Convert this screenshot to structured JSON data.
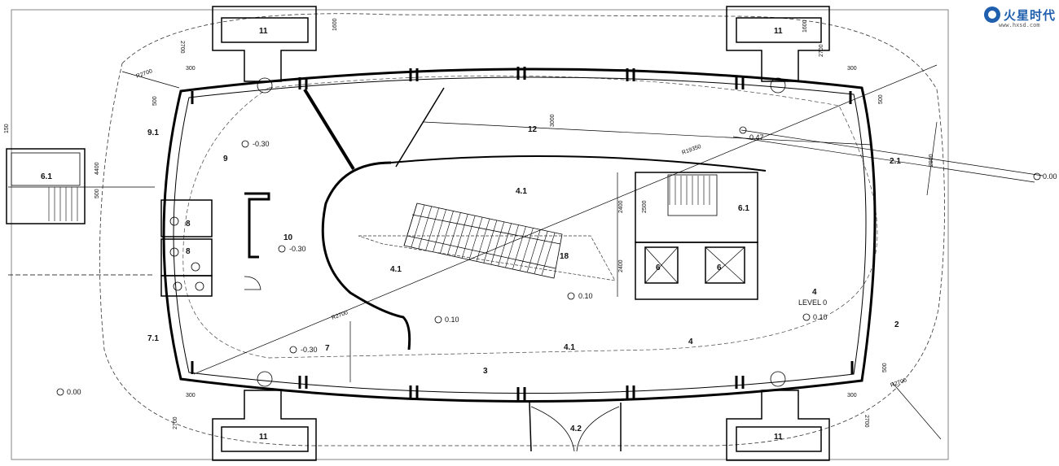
{
  "logo": {
    "name": "火星时代",
    "site": "www.hxsd.com"
  },
  "rooms": {
    "r11a": "11",
    "r11b": "11",
    "r11c": "11",
    "r11d": "11",
    "r9": "9",
    "r91": "9.1",
    "r61a": "6.1",
    "r61b": "6.1",
    "r8a": "8",
    "r8b": "8",
    "r10": "10",
    "r41a": "4.1",
    "r41b": "4.1",
    "r41c": "4.1",
    "r12": "12",
    "r21": "2.1",
    "r18": "18",
    "r6a": "6",
    "r6b": "6",
    "r4a": "4",
    "r4b": "4",
    "level": "LEVEL 0",
    "r2": "2",
    "r71": "7.1",
    "r7": "7",
    "r3": "3",
    "r42": "4.2"
  },
  "levels": {
    "l1": "-0.30",
    "l2": "-0.30",
    "l3": "-0.30",
    "l4": "0.47",
    "l5": "0.00",
    "l6": "0.10",
    "l7": "0.10",
    "l8": "0.10",
    "l9": "0.00"
  },
  "dimensions": {
    "d1600a": "1600",
    "d1600b": "1600",
    "d2700a": "2700",
    "d2700b": "2700",
    "d2700c": "2700",
    "d2700d": "2700",
    "r2700a": "R2700",
    "r2700b": "R2700",
    "r2700c": "R2700",
    "d300a": "300",
    "d300b": "300",
    "d300c": "300",
    "d300d": "300",
    "d500a": "500",
    "d500b": "500",
    "d500c": "500",
    "d150": "150",
    "d4400": "4400",
    "d500d": "500",
    "d3000": "3000",
    "r19350": "R19350",
    "d2900": "2900",
    "d2400a": "2400",
    "d2400b": "2400",
    "d2500": "2500"
  }
}
